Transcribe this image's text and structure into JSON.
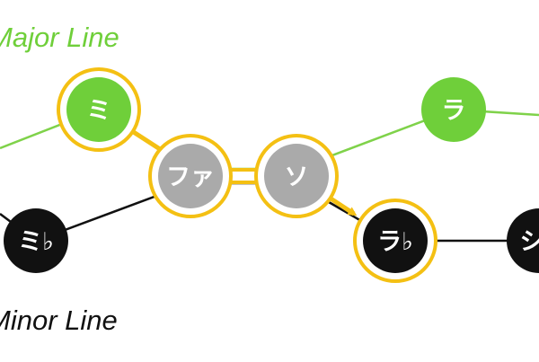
{
  "labels": {
    "major_line": "Major Line",
    "minor_line": "Minor Line"
  },
  "colors": {
    "major": "#6fcf3a",
    "major_line": "#7fd24a",
    "minor": "#111111",
    "shared": "#aaaaaa",
    "highlight": "#f4c013",
    "background": "#ffffff"
  },
  "notes": {
    "mi": "ミ",
    "mi_flat": "ミ♭",
    "fa": "ファ",
    "so": "ソ",
    "la": "ラ",
    "la_flat": "ラ♭",
    "shi": "シ"
  }
}
